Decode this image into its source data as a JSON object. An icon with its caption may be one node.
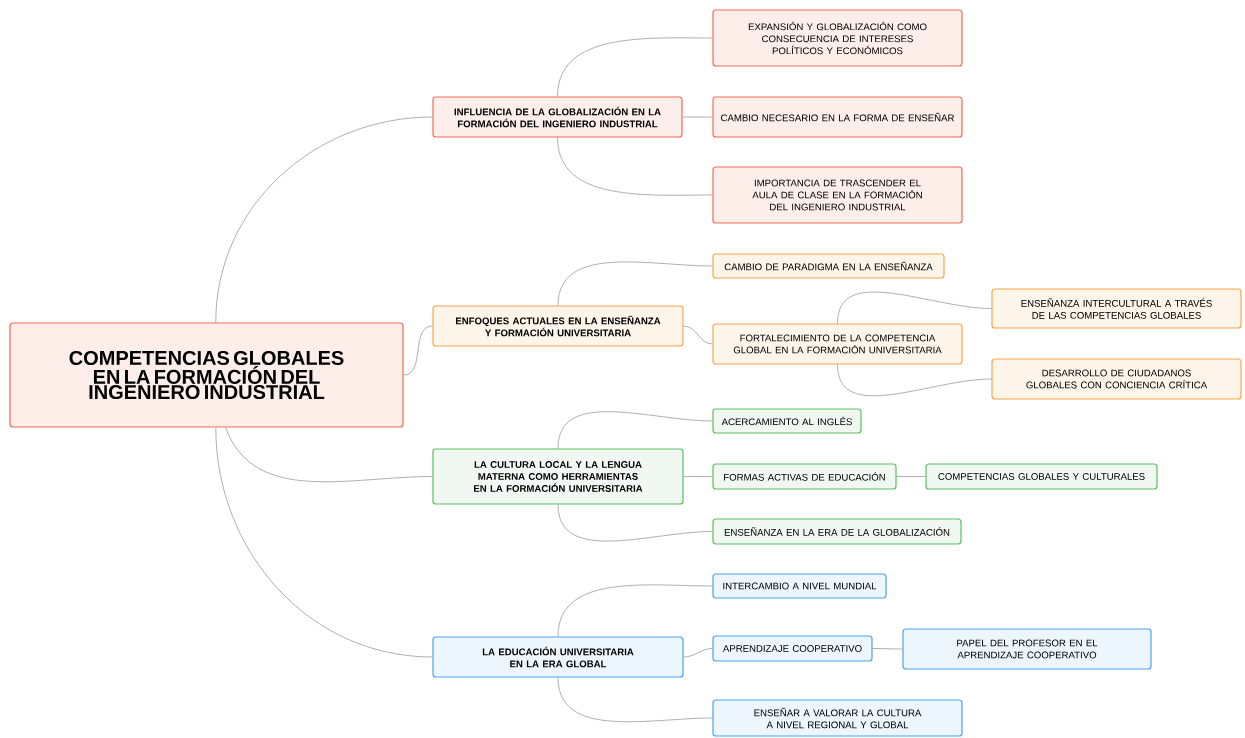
{
  "diagram": {
    "nodes": [
      {
        "text": [
          "COMPETENCIAS GLOBALES EN LA FORMACIÓN DEL INGENIERO INDUSTRIAL"
        ]
      },
      {
        "text": [
          "INFLUENCIA DE LA GLOBALIZACIÓN EN LA FORMACIÓN DEL INGENIERO INDUSTRIAL"
        ]
      },
      {
        "text": [
          "EXPANSIÓN Y GLOBALIZACIÓN COMO CONSECUENCIA DE INTERESES POLÍTICOS Y ECONÓMICOS"
        ]
      },
      {
        "text": [
          "CAMBIO NECESARIO EN LA FORMA DE ENSEÑAR"
        ]
      },
      {
        "text": [
          "IMPORTANCIA DE TRASCENDER EL AULA DE CLASE EN LA FORMACIÓN DEL INGENIERO INDUSTRIAL"
        ]
      },
      {
        "text": [
          "ENFOQUES ACTUALES EN LA ENSEÑANZA Y FORMACIÓN UNIVERSITARIA"
        ]
      },
      {
        "text": [
          "CAMBIO DE PARADIGMA EN LA ENSEÑANZA"
        ]
      },
      {
        "text": [
          "FORTALECIMIENTO DE LA COMPETENCIA GLOBAL EN LA FORMACIÓN UNIVERSITARIA"
        ]
      },
      {
        "text": [
          "ENSEÑANZA INTERCULTURAL A TRAVÉS DE LAS COMPETENCIAS GLOBALES"
        ]
      },
      {
        "text": [
          "DESARROLLO DE CIUDADANOS GLOBALES CON CONCIENCIA CRÍTICA"
        ]
      },
      {
        "text": [
          "LA CULTURA LOCAL Y LA LENGUA MATERNA COMO HERRAMIENTAS EN LA FORMACIÓN UNIVERSITARIA"
        ]
      },
      {
        "text": [
          "ACERCAMIENTO AL INGLÉS"
        ]
      },
      {
        "text": [
          "FORMAS ACTIVAS DE EDUCACIÓN"
        ]
      },
      {
        "text": [
          "COMPETENCIAS GLOBALES Y CULTURALES"
        ]
      },
      {
        "text": [
          "ENSEÑANZA EN LA ERA DE LA GLOBALIZACIÓN"
        ]
      },
      {
        "text": [
          "LA EDUCACIÓN UNIVERSITARIA EN LA ERA GLOBAL"
        ]
      },
      {
        "text": [
          "INTERCAMBIO A NIVEL MUNDIAL"
        ]
      },
      {
        "text": [
          "APRENDIZAJE COOPERATIVO"
        ]
      },
      {
        "text": [
          "PAPEL DEL PROFESOR EN EL APRENDIZAJE COOPERATIVO"
        ]
      },
      {
        "text": [
          "ENSEÑAR A VALORAR LA CULTURA A NIVEL REGIONAL Y GLOBAL"
        ]
      }
    ],
    "edges": [
      {
        "from": 0,
        "to": 1,
        "arrow": "none"
      },
      {
        "from": 0,
        "to": 5,
        "arrow": "none"
      },
      {
        "from": 0,
        "to": 10,
        "arrow": "none"
      },
      {
        "from": 0,
        "to": 15,
        "arrow": "none"
      },
      {
        "from": 1,
        "to": 2,
        "arrow": "none"
      },
      {
        "from": 1,
        "to": 3,
        "arrow": "none"
      },
      {
        "from": 1,
        "to": 4,
        "arrow": "none"
      },
      {
        "from": 5,
        "to": 6,
        "arrow": "none"
      },
      {
        "from": 5,
        "to": 7,
        "arrow": "none"
      },
      {
        "from": 7,
        "to": 8,
        "arrow": "none"
      },
      {
        "from": 7,
        "to": 9,
        "arrow": "none"
      },
      {
        "from": 10,
        "to": 11,
        "arrow": "none"
      },
      {
        "from": 10,
        "to": 12,
        "arrow": "none"
      },
      {
        "from": 12,
        "to": 13,
        "arrow": "none"
      },
      {
        "from": 10,
        "to": 14,
        "arrow": "none"
      },
      {
        "from": 15,
        "to": 16,
        "arrow": "none"
      },
      {
        "from": 15,
        "to": 17,
        "arrow": "none"
      },
      {
        "from": 17,
        "to": 18,
        "arrow": "none"
      },
      {
        "from": 15,
        "to": 19,
        "arrow": "none"
      }
    ]
  }
}
